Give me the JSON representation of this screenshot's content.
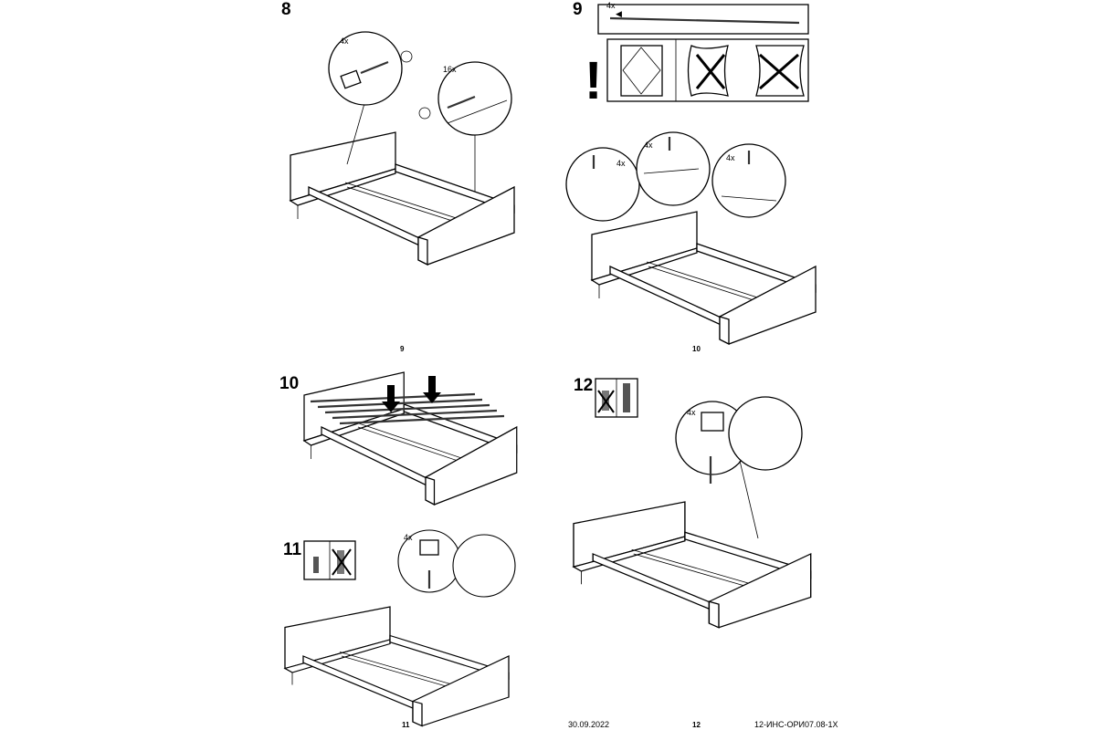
{
  "steps": {
    "s8": {
      "number": "8",
      "qty_a": "4x",
      "qty_b": "16x"
    },
    "s9": {
      "number": "9",
      "qty_slat": "4x",
      "qty_a": "4x",
      "qty_b": "4x",
      "qty_c": "4x"
    },
    "s10": {
      "number": "10"
    },
    "s11": {
      "number": "11",
      "qty": "4x"
    },
    "s12": {
      "number": "12",
      "qty": "4x"
    }
  },
  "page_numbers": {
    "left_top": "9",
    "right_top": "10",
    "left_bottom": "11",
    "right_bottom": "12"
  },
  "warning": {
    "symbol": "!"
  },
  "footer": {
    "date": "30.09.2022",
    "code": "12-ИНС-ОРИ07.08-1Х"
  }
}
